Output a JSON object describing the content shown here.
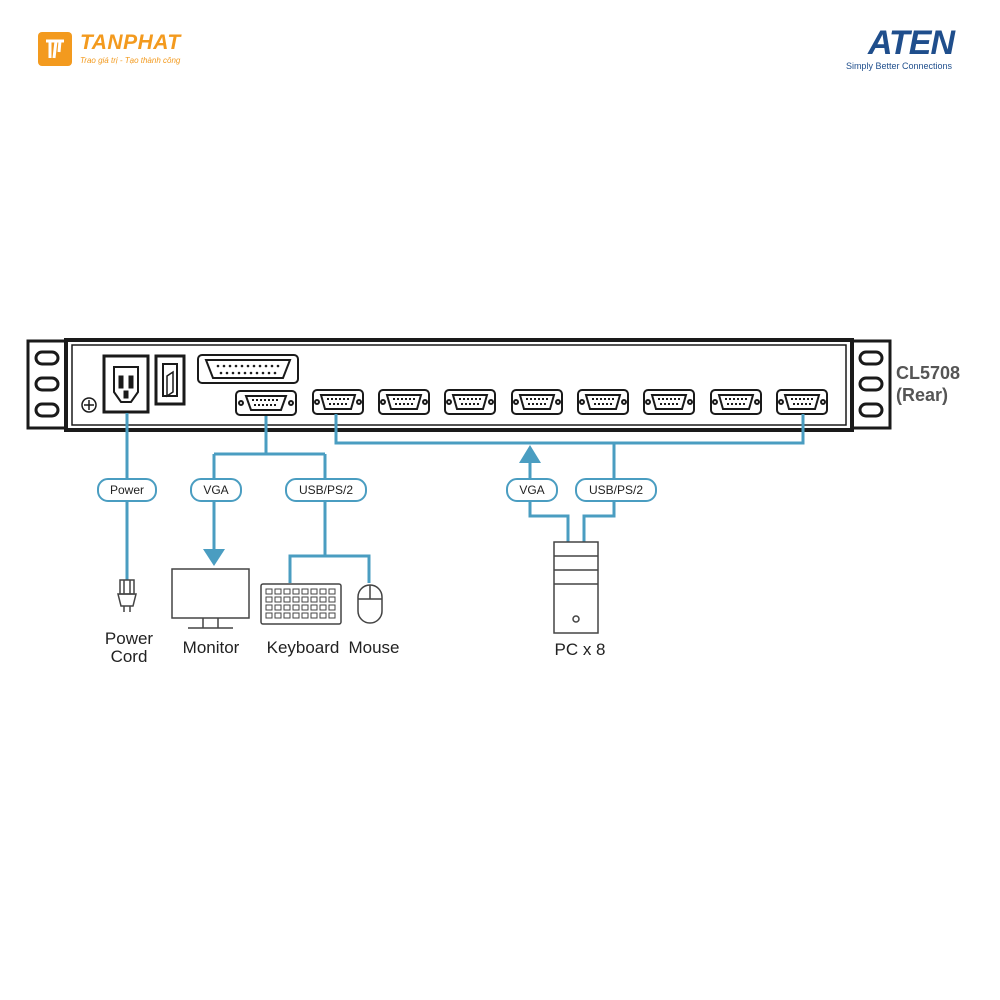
{
  "brand_left": {
    "name": "TANPHAT",
    "slogan": "Trao giá trị - Tạo thành công"
  },
  "brand_right": {
    "name": "ATEN",
    "tagline": "Simply Better Connections"
  },
  "device": {
    "model": "CL5708",
    "view": "(Rear)"
  },
  "connections": {
    "power": "Power",
    "vga_console": "VGA",
    "usb_console": "USB/PS/2",
    "vga_pc": "VGA",
    "usb_pc": "USB/PS/2"
  },
  "devices": {
    "power_cord_line1": "Power",
    "power_cord_line2": "Cord",
    "monitor": "Monitor",
    "keyboard": "Keyboard",
    "mouse": "Mouse",
    "pc": "PC x 8"
  },
  "colors": {
    "cable": "#4a9dc1",
    "outline": "#1a1a1a",
    "brand_orange": "#f39a1e",
    "brand_blue": "#1f4e8c"
  }
}
